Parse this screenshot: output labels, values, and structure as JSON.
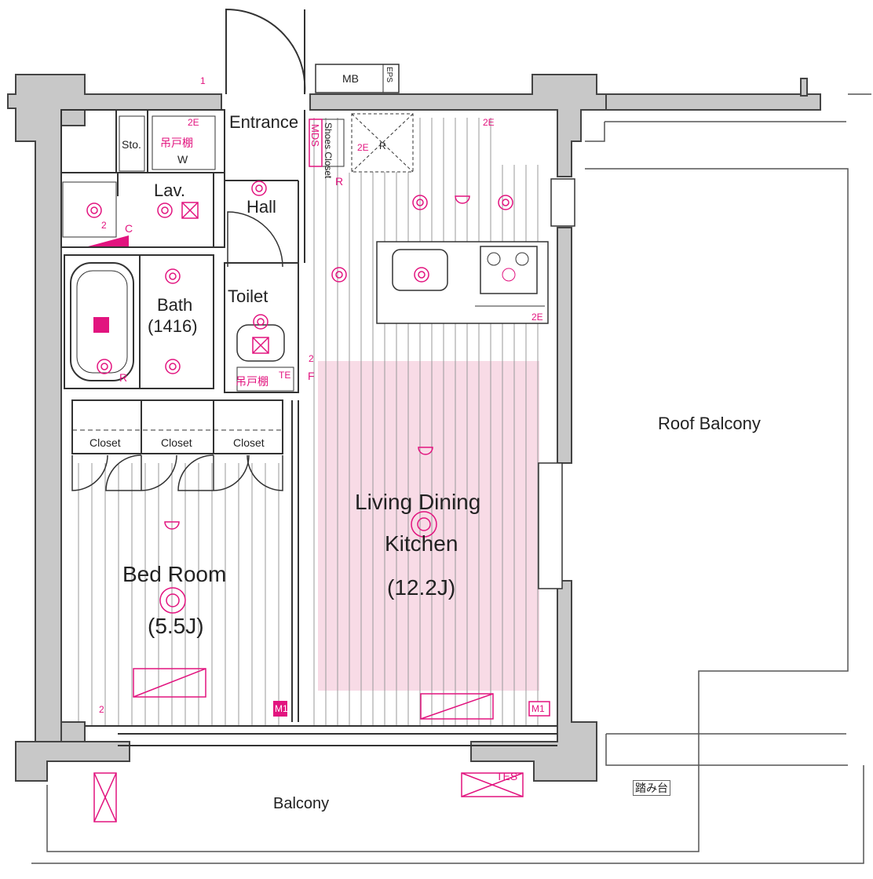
{
  "labels": {
    "entrance": "Entrance",
    "mds": "MDS",
    "shoes_closet": "Shoes Closet",
    "mb": "MB",
    "eps": "EPS",
    "sto": "Sto.",
    "hanging_shelf": "吊戸棚",
    "w": "W",
    "lav": "Lav.",
    "c": "C",
    "hall": "Hall",
    "toilet": "Toilet",
    "bath": "Bath",
    "bath_size": "(1416)",
    "closet_1": "Closet",
    "closet_2": "Closet",
    "closet_3": "Closet",
    "bed_room": "Bed Room",
    "bed_room_size": "(5.5J)",
    "ldk_line1": "Living Dining",
    "ldk_line2": "Kitchen",
    "ldk_size": "(12.2J)",
    "roof_balcony": "Roof Balcony",
    "balcony": "Balcony",
    "step": "踏み台",
    "tes": "TES",
    "r_1": "R",
    "r_2": "R",
    "r_3": "R",
    "f": "F",
    "te": "TE",
    "m1_a": "M1",
    "m1_b": "M1",
    "mark_1": "1",
    "mark_2a": "2",
    "mark_2b": "2",
    "mark_2c": "2",
    "mark_2e_a": "2E",
    "mark_2e_b": "2E",
    "mark_2e_c": "2E",
    "mark_2e_d": "2E"
  },
  "colors": {
    "wall": "#c8c8c8",
    "wall_stroke": "#444444",
    "line": "#333333",
    "accent": "#e2147f",
    "highlight": "#f8dbe6"
  }
}
